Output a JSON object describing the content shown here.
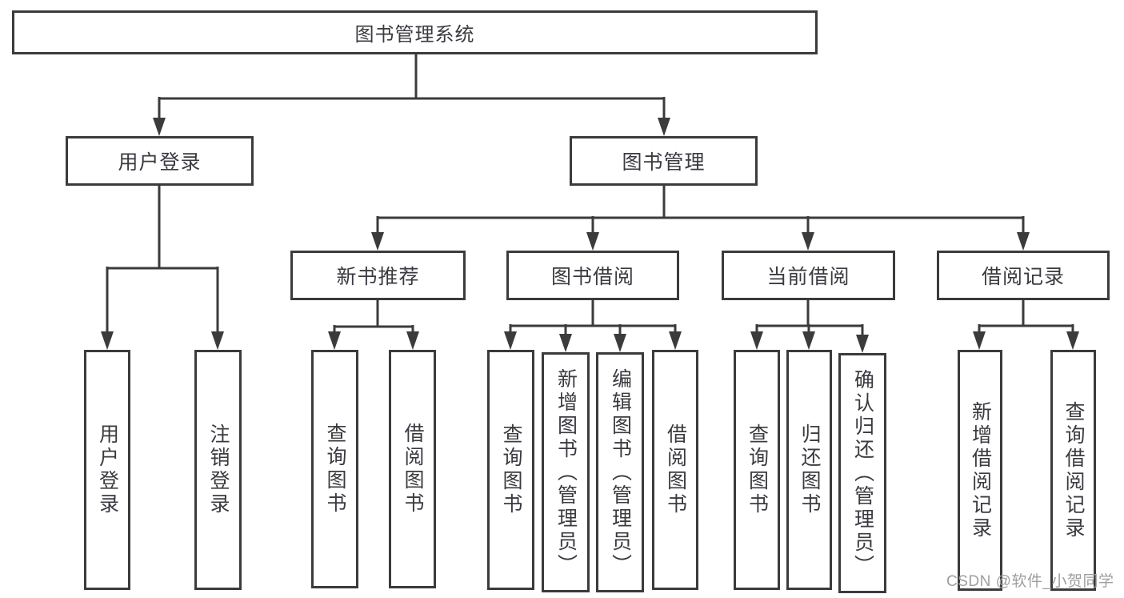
{
  "tree": {
    "root": {
      "label": "图书管理系统"
    },
    "login": {
      "label": "用户登录",
      "children": [
        {
          "label": "用户登录"
        },
        {
          "label": "注销登录"
        }
      ]
    },
    "mgmt": {
      "label": "图书管理",
      "sections": [
        {
          "label": "新书推荐",
          "children": [
            {
              "label": "查询图书"
            },
            {
              "label": "借阅图书"
            }
          ]
        },
        {
          "label": "图书借阅",
          "children": [
            {
              "label": "查询图书"
            },
            {
              "label": "新增图书（管理员）"
            },
            {
              "label": "编辑图书（管理员）"
            },
            {
              "label": "借阅图书"
            }
          ]
        },
        {
          "label": "当前借阅",
          "children": [
            {
              "label": "查询图书"
            },
            {
              "label": "归还图书"
            },
            {
              "label": "确认归还（管理员）"
            }
          ]
        },
        {
          "label": "借阅记录",
          "children": [
            {
              "label": "新增借阅记录"
            },
            {
              "label": "查询借阅记录"
            }
          ]
        }
      ]
    }
  },
  "watermark": {
    "text": "CSDN @软件_小贺同学"
  },
  "colors": {
    "line": "#3b3b3b",
    "text": "#3a3a40",
    "watermark": "#9e9e9e",
    "background": "#ffffff"
  }
}
